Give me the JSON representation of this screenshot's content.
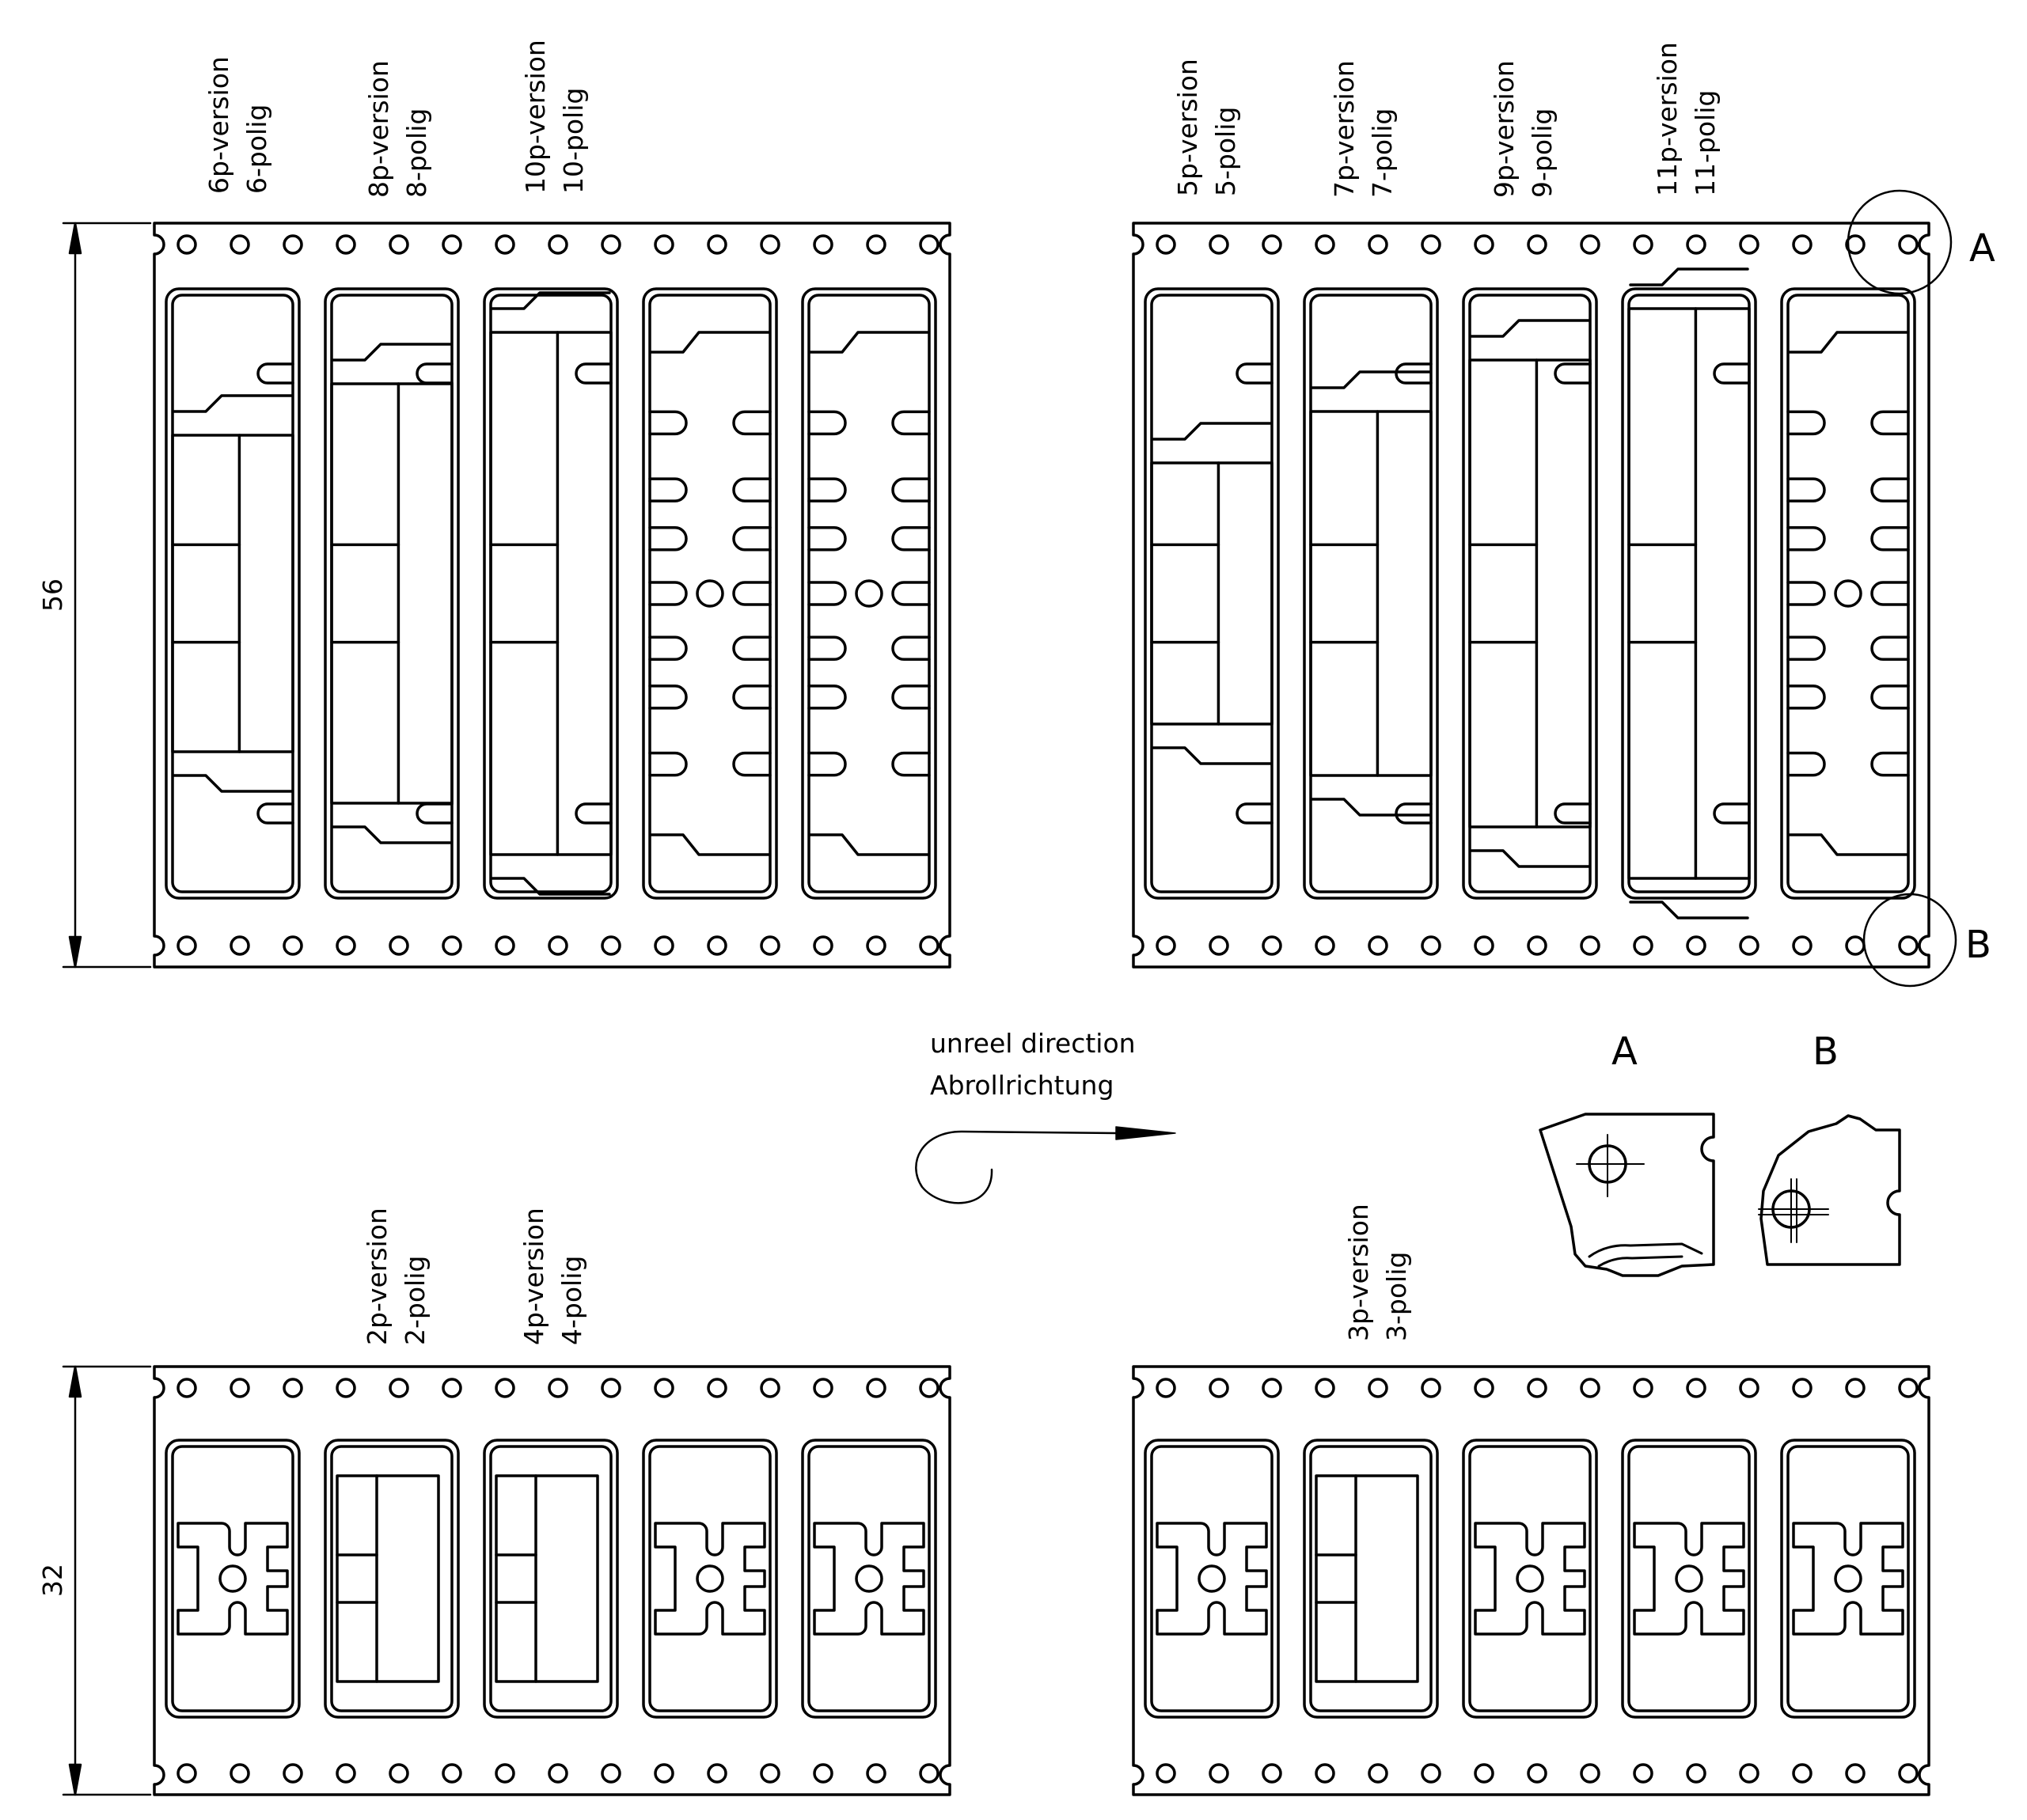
{
  "tapes": {
    "top_left": {
      "dimension": "56",
      "labels": [
        {
          "en": "6p-version",
          "de": "6-polig"
        },
        {
          "en": "8p-version",
          "de": "8-polig"
        },
        {
          "en": "10p-version",
          "de": "10-polig"
        }
      ]
    },
    "top_right": {
      "labels": [
        {
          "en": "5p-version",
          "de": "5-polig"
        },
        {
          "en": "7p-version",
          "de": "7-polig"
        },
        {
          "en": "9p-version",
          "de": "9-polig"
        },
        {
          "en": "11p-version",
          "de": "11-polig"
        }
      ],
      "detail_a": "A",
      "detail_b": "B"
    },
    "bottom_left": {
      "dimension": "32",
      "labels": [
        {
          "en": "2p-version",
          "de": "2-polig"
        },
        {
          "en": "4p-version",
          "de": "4-polig"
        }
      ]
    },
    "bottom_right": {
      "labels": [
        {
          "en": "3p-version",
          "de": "3-polig"
        }
      ]
    }
  },
  "unreel": {
    "en": "unreel direction",
    "de": "Abrollrichtung"
  },
  "details": {
    "a_title": "A",
    "b_title": "B"
  }
}
